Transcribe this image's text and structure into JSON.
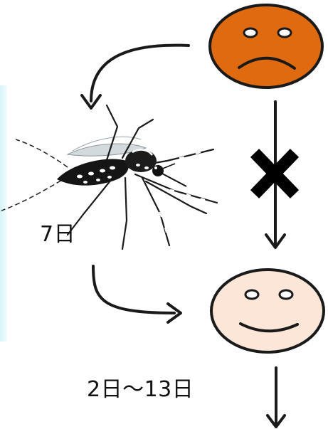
{
  "diagram": {
    "mosquito_incubation_label": "7日",
    "human_incubation_label": "2日〜13日"
  },
  "faces": {
    "infected": {
      "mood": "sad",
      "color": "#E06A10"
    },
    "new_host": {
      "mood": "happy",
      "color": "#FCE6D8"
    }
  },
  "icons": {
    "blocked_transmission": "x-mark-icon",
    "vector": "mosquito-icon"
  }
}
